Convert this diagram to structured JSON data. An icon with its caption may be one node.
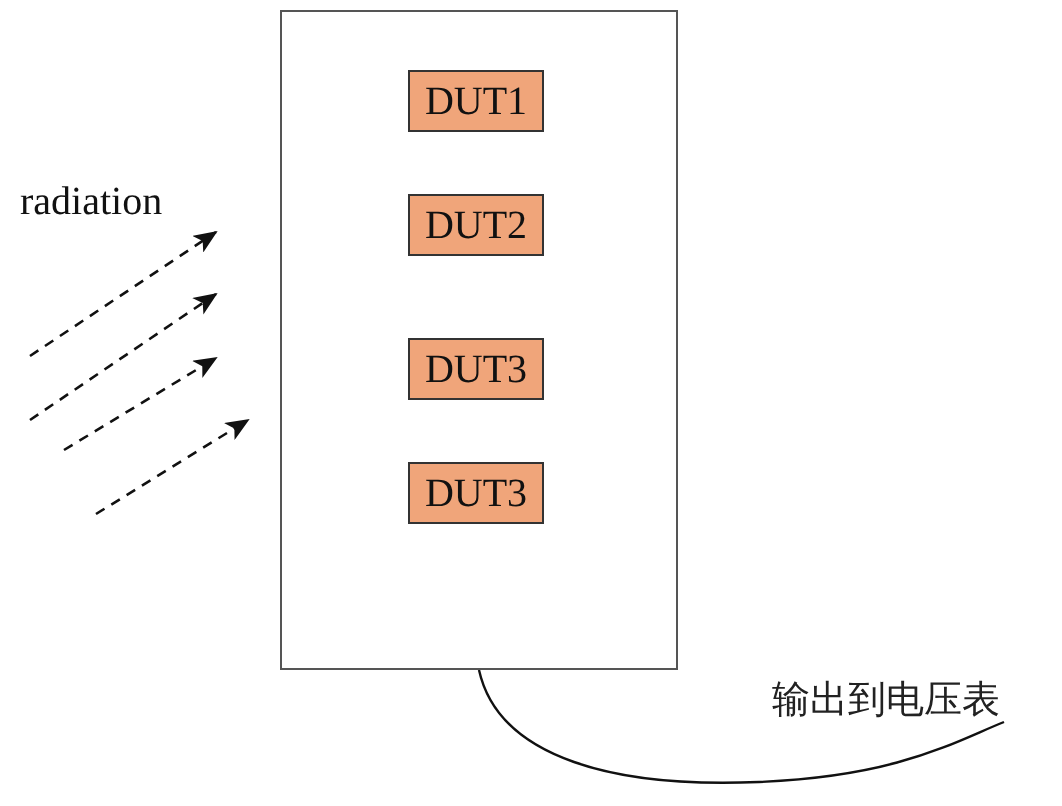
{
  "diagram": {
    "nodes": [
      {
        "text": [],
        "shape": "box"
      },
      {
        "text": [
          "DUT1"
        ],
        "in": 0
      },
      {
        "text": [
          "DUT2"
        ],
        "in": 0
      },
      {
        "text": [
          "DUT3"
        ],
        "in": 0
      },
      {
        "text": [
          "DUT3"
        ],
        "in": 0
      },
      {
        "text": [
          "输出到电压表"
        ]
      }
    ],
    "edges": [
      {
        "from": 0,
        "to": 5,
        "arrow": "none"
      }
    ],
    "labels": [
      "radiation"
    ]
  }
}
